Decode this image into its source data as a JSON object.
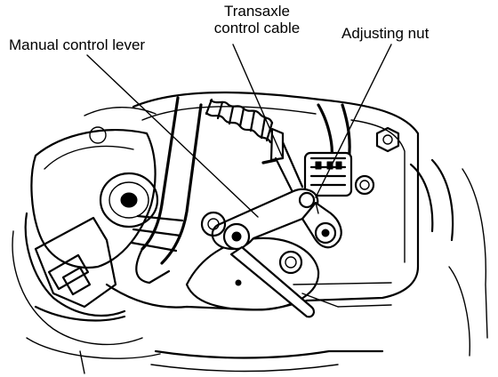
{
  "labels": {
    "manual_control_lever": "Manual control lever",
    "transaxle_control_cable": "Transaxle\ncontrol cable",
    "adjusting_nut": "Adjusting nut"
  },
  "colors": {
    "ink": "#000000",
    "paper": "#ffffff"
  }
}
